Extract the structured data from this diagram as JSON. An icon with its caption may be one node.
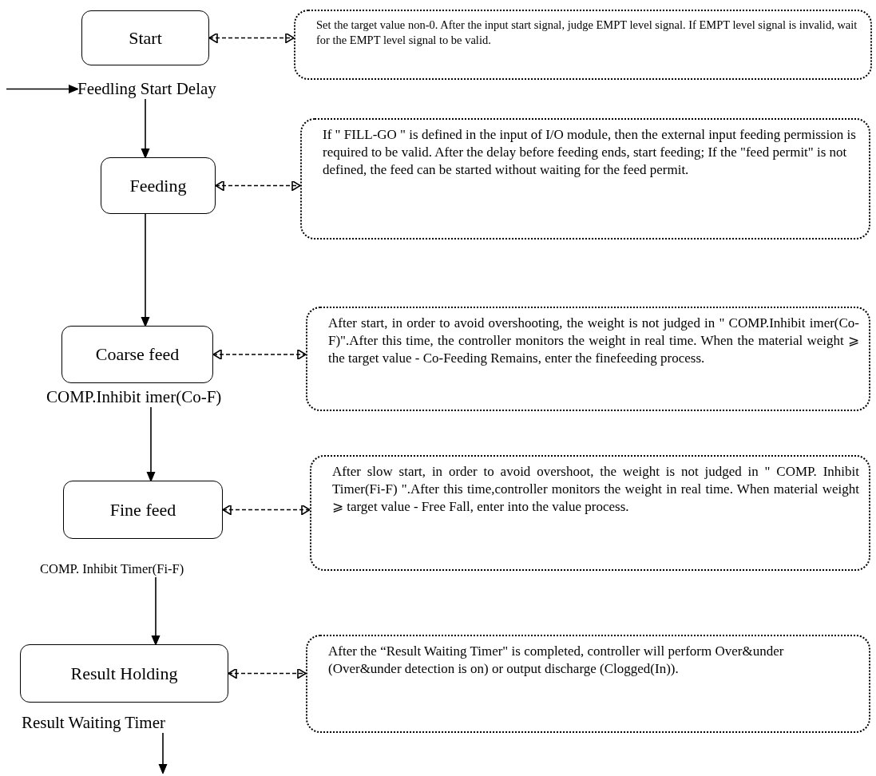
{
  "diagram": {
    "nodes": [
      {
        "text": [
          "Start"
        ]
      },
      {
        "text": [
          "Set the target value non-0. After the input start signal, judge EMPT level signal. If EMPT level signal is invalid, wait for the EMPT level signal to be valid."
        ]
      },
      {
        "text": [
          "Feedling Start Delay"
        ]
      },
      {
        "text": [
          "Feeding"
        ]
      },
      {
        "text": [
          "If \" FILL-GO \" is defined in the input of I/O module, then the external input feeding permission is required to be valid. After the delay before feeding ends, start feeding; If the \"feed permit\" is not defined, the feed can be started without waiting for the feed permit."
        ]
      },
      {
        "text": [
          "Coarse feed"
        ]
      },
      {
        "text": [
          "After start, in order to avoid overshooting, the weight is not judged in \" COMP.Inhibit imer(Co-F)\".After this time, the controller monitors the weight in real time. When the material weight ⩾ the target value - Co-Feeding Remains, enter the finefeeding process."
        ]
      },
      {
        "text": [
          "COMP.Inhibit imer(Co-F)"
        ]
      },
      {
        "text": [
          "Fine feed"
        ]
      },
      {
        "text": [
          "After slow start, in order to avoid overshoot, the weight is not judged in \" COMP. Inhibit Timer(Fi-F) \".After this time,controller monitors the weight in real time. When material weight ⩾ target value - Free Fall, enter into the value process."
        ]
      },
      {
        "text": [
          "COMP. Inhibit Timer(Fi-F)"
        ]
      },
      {
        "text": [
          "Result Holding"
        ]
      },
      {
        "text": [
          "After the “Result Waiting Timer\" is completed, controller will perform Over&under (Over&under detection is on) or output discharge (Clogged(In))."
        ]
      },
      {
        "text": [
          "Result Waiting Timer"
        ]
      }
    ],
    "edges": [
      {
        "from": 0,
        "to": 1,
        "arrow": "both",
        "style": "dashed"
      },
      {
        "from": null,
        "to": 2,
        "arrow": "to"
      },
      {
        "from": 2,
        "to": 3,
        "arrow": "to"
      },
      {
        "from": 3,
        "to": 4,
        "arrow": "both",
        "style": "dashed"
      },
      {
        "from": 3,
        "to": 5,
        "arrow": "to"
      },
      {
        "from": 5,
        "to": 6,
        "arrow": "both",
        "style": "dashed"
      },
      {
        "from": 7,
        "to": 8,
        "arrow": "to"
      },
      {
        "from": 8,
        "to": 9,
        "arrow": "both",
        "style": "dashed"
      },
      {
        "from": 10,
        "to": 11,
        "arrow": "to"
      },
      {
        "from": 11,
        "to": 12,
        "arrow": "both",
        "style": "dashed"
      },
      {
        "from": 13,
        "to": null,
        "arrow": "to"
      }
    ]
  }
}
